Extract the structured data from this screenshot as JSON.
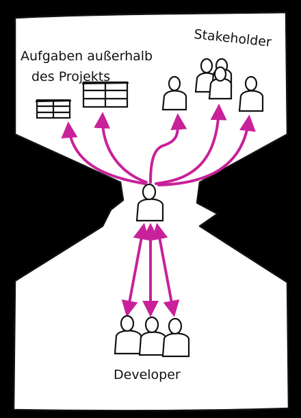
{
  "labels": {
    "tasks_line1": "Aufgaben außerhalb",
    "tasks_line2": "des Projekts",
    "stakeholder": "Stakeholder",
    "developer": "Developer"
  },
  "colors": {
    "background": "#000000",
    "shape": "#ffffff",
    "stroke": "#111111",
    "arrow": "#c8219a"
  },
  "icons": [
    "task-box-icon",
    "task-box-icon",
    "stakeholder-person-icon",
    "stakeholder-group-icon",
    "stakeholder-person-icon",
    "manager-person-icon",
    "developer-group-icon"
  ]
}
